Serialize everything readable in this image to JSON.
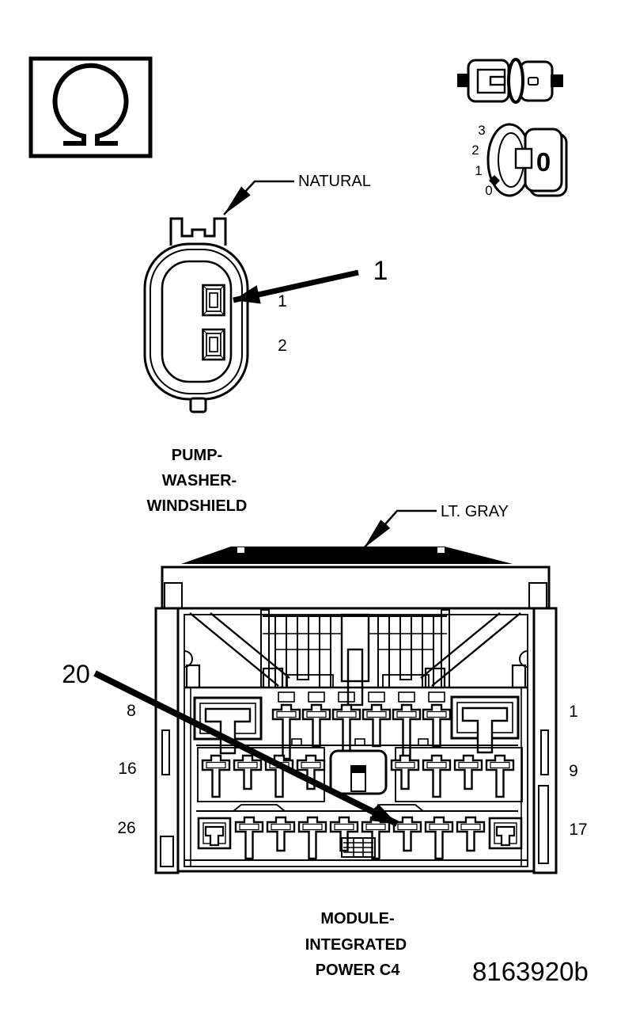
{
  "figure": {
    "part_number": "8163920b"
  },
  "resistance_symbol": "Ω",
  "small_connector": {
    "color": "NATURAL",
    "callout": "1",
    "pin_labels": [
      "1",
      "2"
    ],
    "name_lines": [
      "PUMP-",
      "WASHER-",
      "WINDSHIELD"
    ]
  },
  "large_connector": {
    "color": "LT. GRAY",
    "callout": "20",
    "left_pins": [
      "8",
      "16",
      "26"
    ],
    "right_pins": [
      "1",
      "9",
      "17"
    ],
    "name_lines": [
      "MODULE-",
      "INTEGRATED",
      "POWER C4"
    ]
  },
  "key_dial": {
    "positions": [
      "3",
      "2",
      "1",
      "0"
    ],
    "key_face": "0"
  },
  "colors": {
    "line": "#000000",
    "background": "#ffffff"
  }
}
